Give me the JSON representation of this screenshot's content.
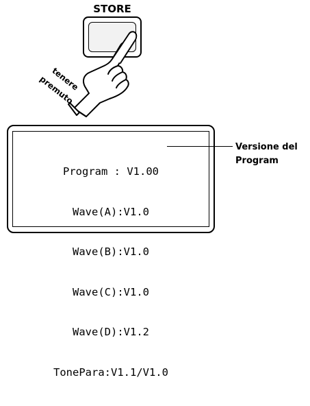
{
  "store": {
    "label": "STORE"
  },
  "hold": {
    "line1": "tenere",
    "line2": "premuto"
  },
  "lcd": {
    "lines": [
      "Program : V1.00",
      "Wave(A):V1.0",
      "Wave(B):V1.0",
      "Wave(C):V1.0",
      "Wave(D):V1.2",
      "TonePara:V1.1/V1.0"
    ]
  },
  "callout": {
    "line1": "Versione del",
    "line2": "Program"
  },
  "icons": {
    "hand": "pressing-hand-icon"
  }
}
